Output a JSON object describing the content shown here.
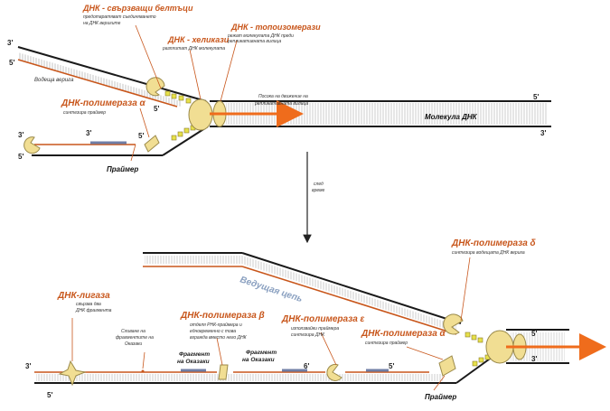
{
  "colors": {
    "strand": "#1a1a1a",
    "new_strand": "#c8561b",
    "primer": "#6f7ea6",
    "protein": "#f1de93",
    "protein_outline": "#9b8a4a",
    "ssb": "#e6e04a",
    "label_orange": "#c8561b",
    "arrow": "#ef6c1c"
  },
  "top": {
    "ssb": {
      "title": "ДНК - свързващи белтъци",
      "desc1": "предотвратяват съединяването",
      "desc2": "на ДНК веригите"
    },
    "helicase": {
      "title": "ДНК - хеликази",
      "desc": "разплитат ДНК молекулата"
    },
    "topoisomerase": {
      "title": "ДНК - топоизомерази",
      "desc1": "режат молекулата ДНК преди",
      "desc2": "репликативната вилица"
    },
    "leading_strand": "Водеща верига",
    "polymerase_alpha": {
      "title": "ДНК-полимераза",
      "greek": "α",
      "desc": "синтезира праймер"
    },
    "primer_label": "Праймер",
    "direction": {
      "line1": "Посока на движение на",
      "line2": "репликативната вилица"
    },
    "molecule_label": "Молекула ДНК",
    "ends": {
      "e1": "3'",
      "e2": "5'",
      "e3": "5'",
      "e4": "3'",
      "e5": "5'",
      "e6": "3'",
      "e7": "5'",
      "e8": "3'"
    }
  },
  "time": {
    "line1": "след",
    "line2": "време"
  },
  "bottom": {
    "ligase": {
      "title": "ДНК-лигаза",
      "desc1": "свързва два",
      "desc2": "ДНК фрагмента"
    },
    "joining": {
      "line1": "Сливане на",
      "line2": "фрагментите на",
      "line3": "Оказаки"
    },
    "polymerase_beta": {
      "title": "ДНК-полимераза",
      "greek": "β",
      "desc1": "отделя РНК-праймера и",
      "desc2": "едновременно с това",
      "desc3": "вгражда вместо него ДНК"
    },
    "polymerase_epsilon": {
      "title": "ДНК-полимераза",
      "greek": "ε",
      "desc1": "използвайки праймера",
      "desc2": "синтезира ДНК"
    },
    "polymerase_alpha": {
      "title": "ДНК-полимераза",
      "greek": "α",
      "desc": "синтезира праймер"
    },
    "polymerase_delta": {
      "title": "ДНК-полимераза",
      "greek": "δ",
      "desc": "синтезира водещата ДНК верига"
    },
    "fragment1": {
      "line1": "Фрагмент",
      "line2": "на Оказаки"
    },
    "fragment2": {
      "line1": "Фрагмент",
      "line2": "на Оказаки"
    },
    "leading_strand": "Ведущая цепь",
    "primer_label": "Праймер",
    "ends": {
      "e1": "3'",
      "e2": "5'",
      "e3": "6'",
      "e4": "5'",
      "e5": "5'",
      "e6": "3'"
    }
  }
}
